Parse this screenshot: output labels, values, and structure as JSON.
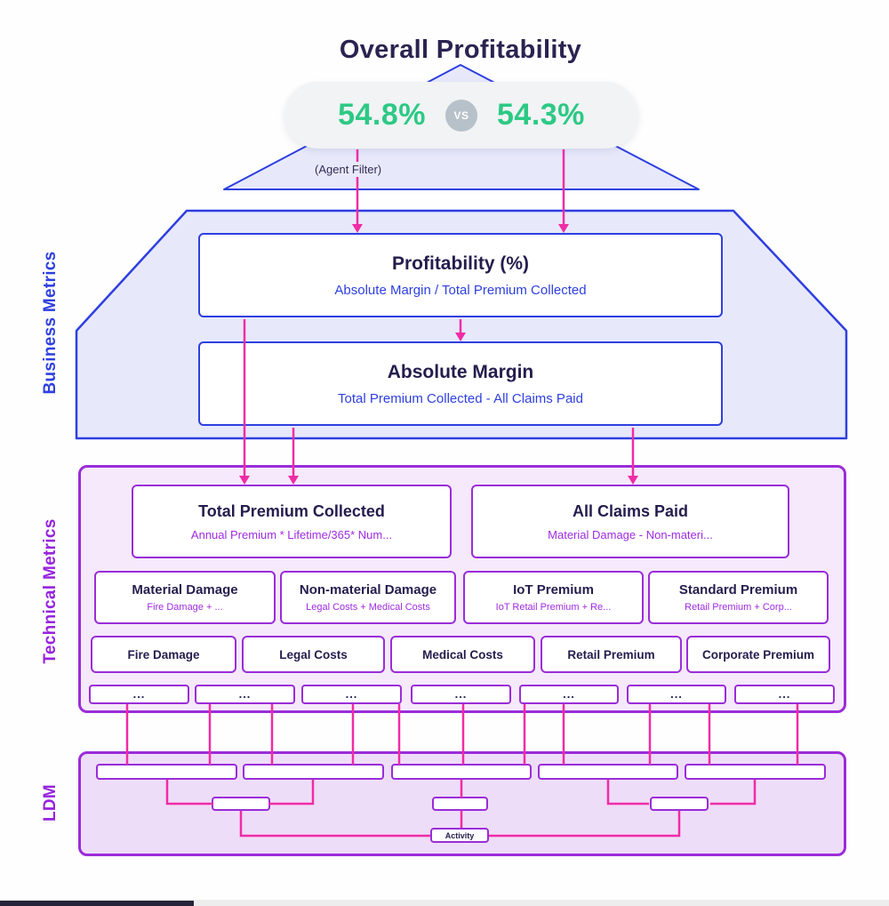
{
  "title": "Overall Profitability",
  "comparison": {
    "left_value": "54.8%",
    "vs_label": "VS",
    "right_value": "54.3%"
  },
  "agent_filter_label": "(Agent Filter)",
  "section_labels": {
    "business": "Business Metrics",
    "technical": "Technical Metrics",
    "ldm": "LDM"
  },
  "business": {
    "profitability": {
      "title": "Profitability (%)",
      "formula": "Absolute Margin / Total Premium Collected"
    },
    "absolute_margin": {
      "title": "Absolute Margin",
      "formula": "Total Premium Collected - All Claims Paid"
    }
  },
  "technical": {
    "row1": [
      {
        "title": "Total Premium Collected",
        "formula": "Annual Premium * Lifetime/365* Num..."
      },
      {
        "title": "All Claims Paid",
        "formula": "Material Damage - Non-materi..."
      }
    ],
    "row2": [
      {
        "title": "Material Damage",
        "formula": "Fire Damage + ..."
      },
      {
        "title": "Non-material Damage",
        "formula": "Legal Costs + Medical Costs"
      },
      {
        "title": "IoT Premium",
        "formula": "IoT Retail Premium + Re..."
      },
      {
        "title": "Standard Premium",
        "formula": "Retail Premium + Corp..."
      }
    ],
    "row3": [
      {
        "label": "Fire Damage"
      },
      {
        "label": "Legal Costs"
      },
      {
        "label": "Medical Costs"
      },
      {
        "label": "Retail Premium"
      },
      {
        "label": "Corporate Premium"
      }
    ],
    "row4": [
      {
        "label": "..."
      },
      {
        "label": "..."
      },
      {
        "label": "..."
      },
      {
        "label": "..."
      },
      {
        "label": "..."
      },
      {
        "label": "..."
      },
      {
        "label": "..."
      }
    ]
  },
  "ldm": {
    "activity_label": "Activity"
  },
  "colors": {
    "title_text": "#2b2350",
    "accent_green": "#2dc985",
    "vs_badge": "#b7c1ca",
    "pill_bg": "#f1f3f4",
    "blue_stroke": "#2e3fe0",
    "blue_fill": "#e7e9fb",
    "pink_connector": "#f02ca6",
    "purple_stroke": "#9b2cd8",
    "purple_text": "#9e2be1",
    "technical_fill": "#f5e9fb",
    "ldm_fill": "#eeddf8"
  }
}
